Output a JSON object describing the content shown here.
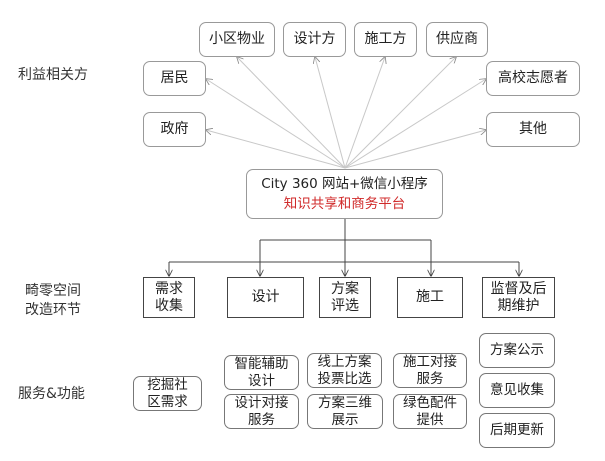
{
  "row_labels": {
    "stakeholders": "利益相关方",
    "process": "畸零空间\n改造环节",
    "services": "服务&功能"
  },
  "stakeholders": {
    "property": "小区物业",
    "designer": "设计方",
    "builder": "施工方",
    "supplier": "供应商",
    "residents": "居民",
    "government": "政府",
    "volunteers": "高校志愿者",
    "others": "其他"
  },
  "platform": {
    "title": "City 360 网站+微信小程序",
    "subtitle": "知识共享和商务平台",
    "subtitle_color": "#d02a2a"
  },
  "process": {
    "demand": "需求\n收集",
    "design": "设计",
    "selection": "方案\n评选",
    "construction": "施工",
    "maintenance": "监督及后\n期维护"
  },
  "services": {
    "dig_demand": "挖掘社\n区需求",
    "ai_design": "智能辅助\n设计",
    "design_match": "设计对接\n服务",
    "online_vote": "线上方案\n投票比选",
    "three_d": "方案三维\n展示",
    "construction_match": "施工对接\n服务",
    "green_parts": "绿色配件\n提供",
    "publicity": "方案公示",
    "feedback": "意见收集",
    "update": "后期更新"
  }
}
